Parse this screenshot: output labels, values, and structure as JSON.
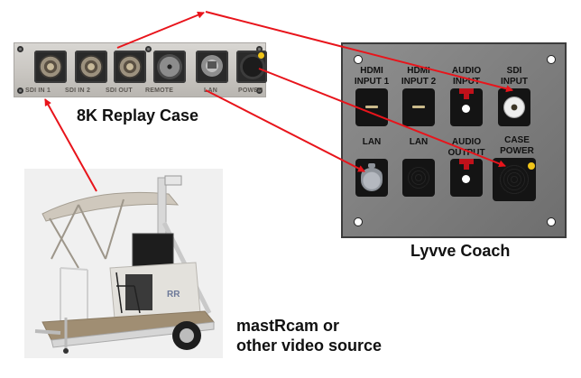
{
  "case": {
    "title": "8K Replay Case",
    "ports": [
      {
        "label": "SDI IN 1",
        "type": "bnc"
      },
      {
        "label": "SDI IN 2",
        "type": "bnc"
      },
      {
        "label": "SDI OUT",
        "type": "bnc"
      },
      {
        "label": "REMOTE",
        "type": "remote"
      },
      {
        "label": "LAN",
        "type": "rj45"
      },
      {
        "label": "POWER",
        "type": "powercon"
      }
    ],
    "power_indicator_color": "#f0c419"
  },
  "coach": {
    "title": "Lyvve Coach",
    "top_row": [
      {
        "label_line1": "HDMI",
        "label_line2": "INPUT 1",
        "type": "hdmi"
      },
      {
        "label_line1": "HDMI",
        "label_line2": "INPUT 2",
        "type": "hdmi"
      },
      {
        "label_line1": "AUDIO",
        "label_line2": "INPUT",
        "type": "xlr"
      },
      {
        "label_line1": "SDI",
        "label_line2": "INPUT",
        "type": "sdi"
      }
    ],
    "bottom_row": [
      {
        "label_line1": "",
        "label_line2": "LAN",
        "type": "ethercon"
      },
      {
        "label_line1": "",
        "label_line2": "LAN",
        "type": "blank"
      },
      {
        "label_line1": "AUDIO",
        "label_line2": "OUTPUT",
        "type": "xlr"
      },
      {
        "label_line1": "CASE",
        "label_line2": "POWER",
        "type": "powercon"
      }
    ],
    "power_indicator_color": "#f0c419"
  },
  "source": {
    "caption_line1": "mastRcam or",
    "caption_line2": "other video source",
    "photo_description": "camera trailer with canopy and mast"
  },
  "connections": [
    {
      "from": "mastRcam",
      "to": "SDI IN 1"
    },
    {
      "from": "SDI OUT",
      "to": "SDI INPUT"
    },
    {
      "from": "LAN",
      "to": "LAN"
    },
    {
      "from": "POWER",
      "to": "CASE POWER"
    }
  ],
  "colors": {
    "arrow": "#e8141b",
    "coach_panel": "#808080",
    "case_panel": "#cfccc7"
  }
}
